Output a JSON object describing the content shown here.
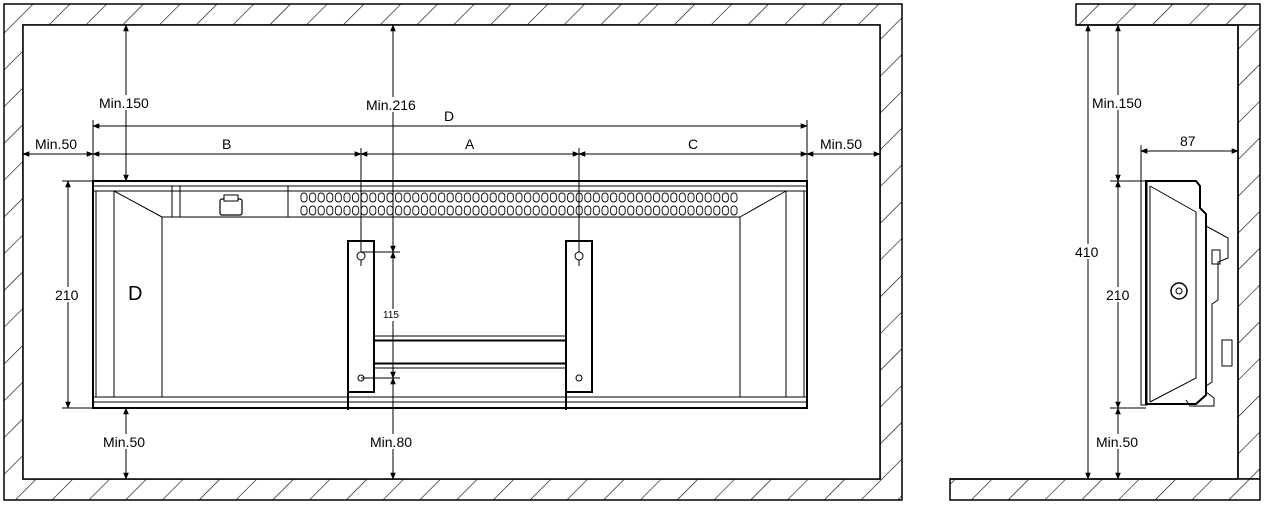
{
  "front_view": {
    "min_left": "Min.50",
    "min_right": "Min.50",
    "min_top_left": "Min.150",
    "min_top_center": "Min.216",
    "min_bottom_left": "Min.50",
    "min_bottom_center": "Min.80",
    "dim_d": "D",
    "dim_b": "B",
    "dim_a": "A",
    "dim_c": "C",
    "height": "210",
    "bracket_spacing": "115",
    "brand_mark": "D"
  },
  "side_view": {
    "min_top": "Min.150",
    "min_bottom": "Min.50",
    "total_height": "410",
    "unit_height": "210",
    "depth": "87"
  }
}
